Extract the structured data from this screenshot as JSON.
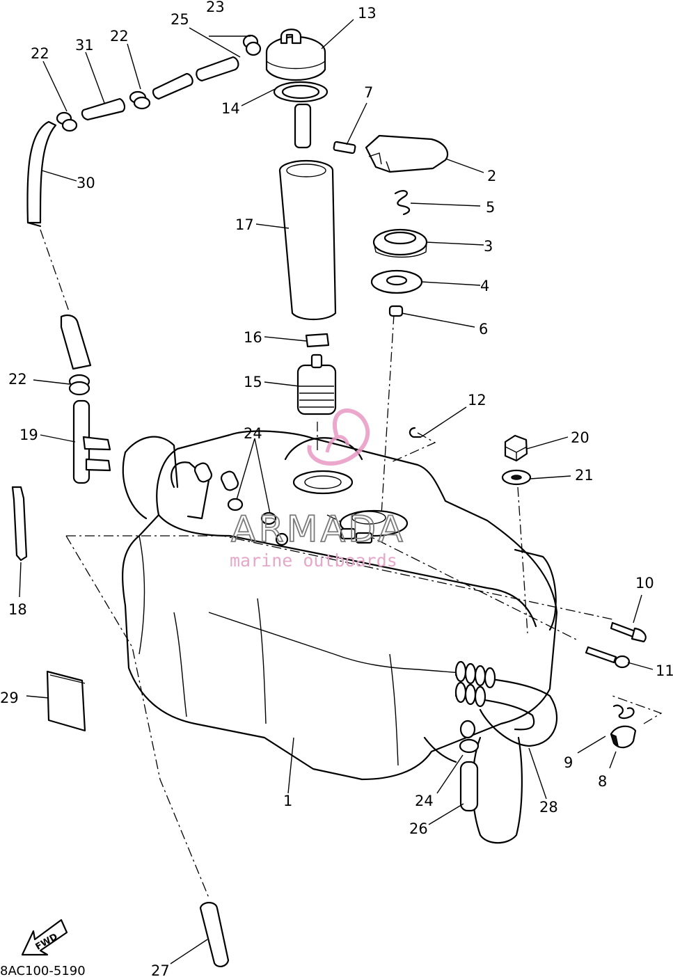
{
  "diagram": {
    "drawing_code": "8AC100-5190",
    "direction_arrow": "FWD",
    "callouts": [
      "1",
      "2",
      "3",
      "4",
      "5",
      "6",
      "7",
      "8",
      "9",
      "10",
      "11",
      "12",
      "13",
      "14",
      "15",
      "16",
      "17",
      "18",
      "19",
      "20",
      "21",
      "22",
      "22",
      "22",
      "23",
      "24",
      "24",
      "24",
      "25",
      "26",
      "27",
      "28",
      "29",
      "30",
      "31"
    ]
  },
  "watermark": {
    "brand": "ARMADA",
    "tagline": "marine outboards",
    "colors": {
      "logo": "#e89ac4",
      "brand_outline": "#7a7a7a",
      "tagline": "#e5a8c9"
    }
  }
}
